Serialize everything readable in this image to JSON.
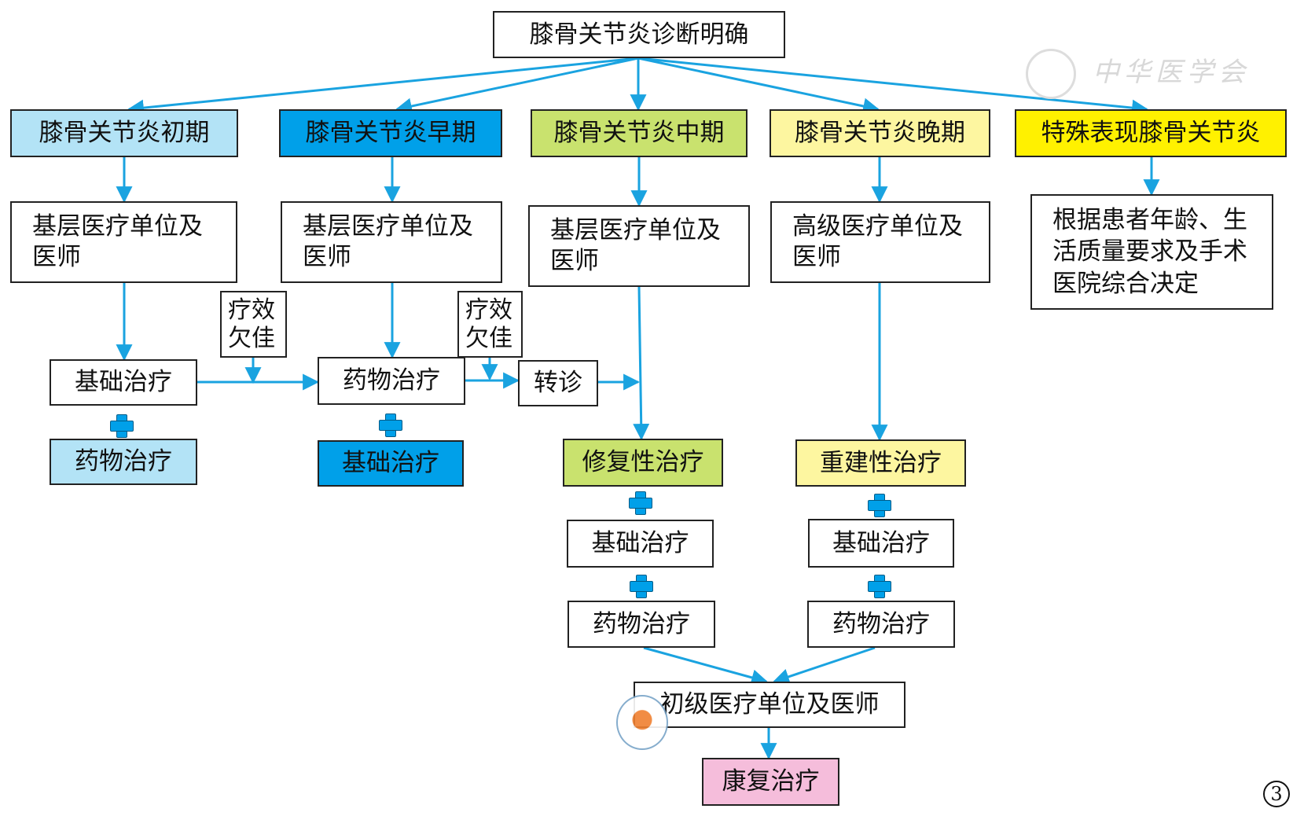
{
  "colors": {
    "arrow": "#1aa3e0",
    "early_initial": "#b3e3f6",
    "early": "#00a0e9",
    "middle": "#c9e26e",
    "late": "#fdf6a0",
    "special": "#fff100",
    "rehab": "#f5bddb"
  },
  "root": "膝骨关节炎诊断明确",
  "stages": [
    "膝骨关节炎初期",
    "膝骨关节炎早期",
    "膝骨关节炎中期",
    "膝骨关节炎晚期",
    "特殊表现膝骨关节炎"
  ],
  "providers": [
    "基层医疗单位及医师",
    "基层医疗单位及医师",
    "基层医疗单位及医师",
    "高级医疗单位及医师",
    "根据患者年龄、生活质量要求及手术医院综合决定"
  ],
  "poor_effect": [
    "疗效欠佳",
    "疗效欠佳"
  ],
  "treatments": {
    "initial_main": "基础治疗",
    "initial_plus": "药物治疗",
    "early_main": "药物治疗",
    "early_plus": "基础治疗",
    "referral": "转诊",
    "middle_main": "修复性治疗",
    "middle_plus1": "基础治疗",
    "middle_plus2": "药物治疗",
    "late_main": "重建性治疗",
    "late_plus1": "基础治疗",
    "late_plus2": "药物治疗"
  },
  "primary_care": "初级医疗单位及医师",
  "rehab": "康复治疗",
  "watermark": "中华医学会",
  "panel_number": "3"
}
